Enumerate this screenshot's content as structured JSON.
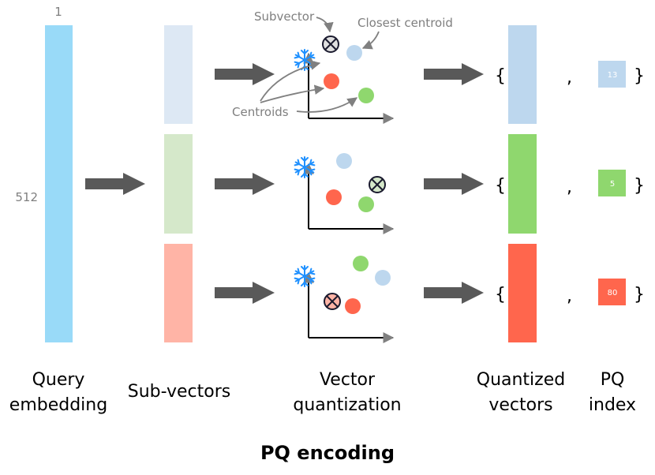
{
  "title": "PQ encoding",
  "dim_top_label": "1",
  "dim_side_label": "512",
  "annotations": {
    "subvector": "Subvector",
    "closest_centroid": "Closest centroid",
    "centroids": "Centroids"
  },
  "labels": {
    "query_line1": "Query",
    "query_line2": "embedding",
    "subvectors": "Sub-vectors",
    "vq_line1": "Vector",
    "vq_line2": "quantization",
    "quantized_line1": "Quantized",
    "quantized_line2": "vectors",
    "pq_line1": "PQ",
    "pq_line2": "index"
  },
  "bracket_open": "{",
  "bracket_close": "}",
  "comma": ",",
  "pq_indices": [
    "13",
    "5",
    "80"
  ],
  "colors": {
    "query_bar": "#99daf8",
    "subvector_fills": [
      "#dde8f4",
      "#d5e8ca",
      "#ffb4a6"
    ],
    "quantized_fills": [
      "#bdd7ee",
      "#8fd76e",
      "#ff664d"
    ],
    "index_fills": [
      "#bdd7ee",
      "#8fd76e",
      "#ff664d"
    ],
    "centroid_blue": "#bdd7ee",
    "centroid_red": "#ff664d",
    "centroid_green": "#8fd76e",
    "arrow": "#595959",
    "snowflake": "#1e90ff"
  },
  "icons": [
    "snowflake-icon",
    "crossed-circle-icon",
    "right-arrow-icon"
  ]
}
